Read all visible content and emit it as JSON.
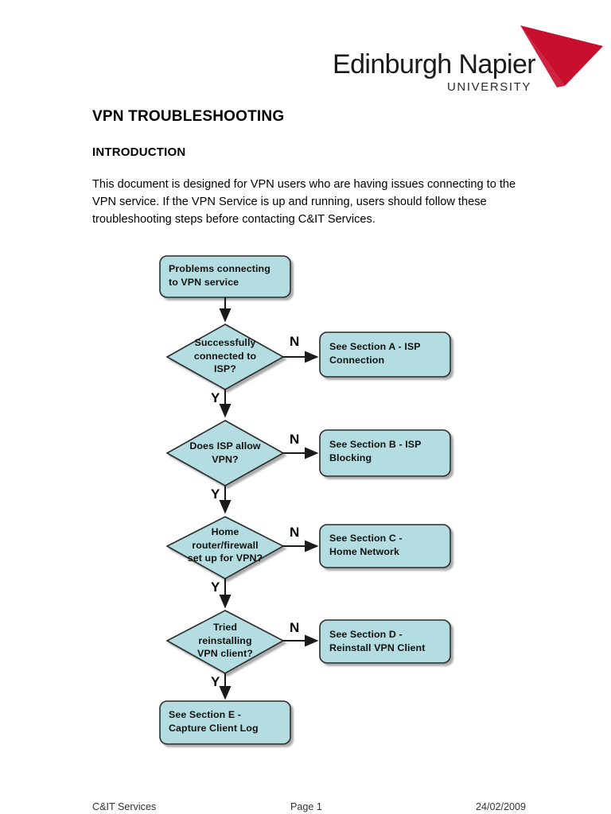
{
  "document": {
    "title": "VPN TROUBLESHOOTING",
    "subtitle": "INTRODUCTION",
    "intro": "This document is designed for VPN users who are having issues connecting to the VPN service. If the VPN Service is up and running, users should follow these troubleshooting steps before contacting C&IT Services."
  },
  "logo": {
    "wordmark": "Edinburgh Napier",
    "sub": "UNIVERSITY",
    "arrow_color": "#C8102E",
    "text_color": "#1a1a1a"
  },
  "flowchart": {
    "fill_color": "#B3DDE1",
    "stroke_color": "#2b2b2b",
    "start": {
      "line1": "Problems connecting",
      "line2": "to VPN service"
    },
    "steps": [
      {
        "question_lines": [
          "Successfully",
          "connected to",
          "ISP?"
        ],
        "no_label": "N",
        "yes_label": "Y",
        "outcome_lines": [
          "See Section A - ISP",
          "Connection"
        ]
      },
      {
        "question_lines": [
          "Does ISP allow",
          "VPN?"
        ],
        "no_label": "N",
        "yes_label": "Y",
        "outcome_lines": [
          "See Section B - ISP",
          "Blocking"
        ]
      },
      {
        "question_lines": [
          "Home",
          "router/firewall",
          "set up for VPN?"
        ],
        "no_label": "N",
        "yes_label": "Y",
        "outcome_lines": [
          "See Section C -",
          "Home Network"
        ]
      },
      {
        "question_lines": [
          "Tried",
          "reinstalling",
          "VPN client?"
        ],
        "no_label": "N",
        "yes_label": "Y",
        "outcome_lines": [
          "See Section D -",
          "Reinstall VPN Client"
        ]
      }
    ],
    "end": {
      "line1": "See Section E -",
      "line2": "Capture Client Log"
    }
  },
  "footer": {
    "left": "C&IT Services",
    "middle": "Page 1",
    "right": "24/02/2009"
  }
}
